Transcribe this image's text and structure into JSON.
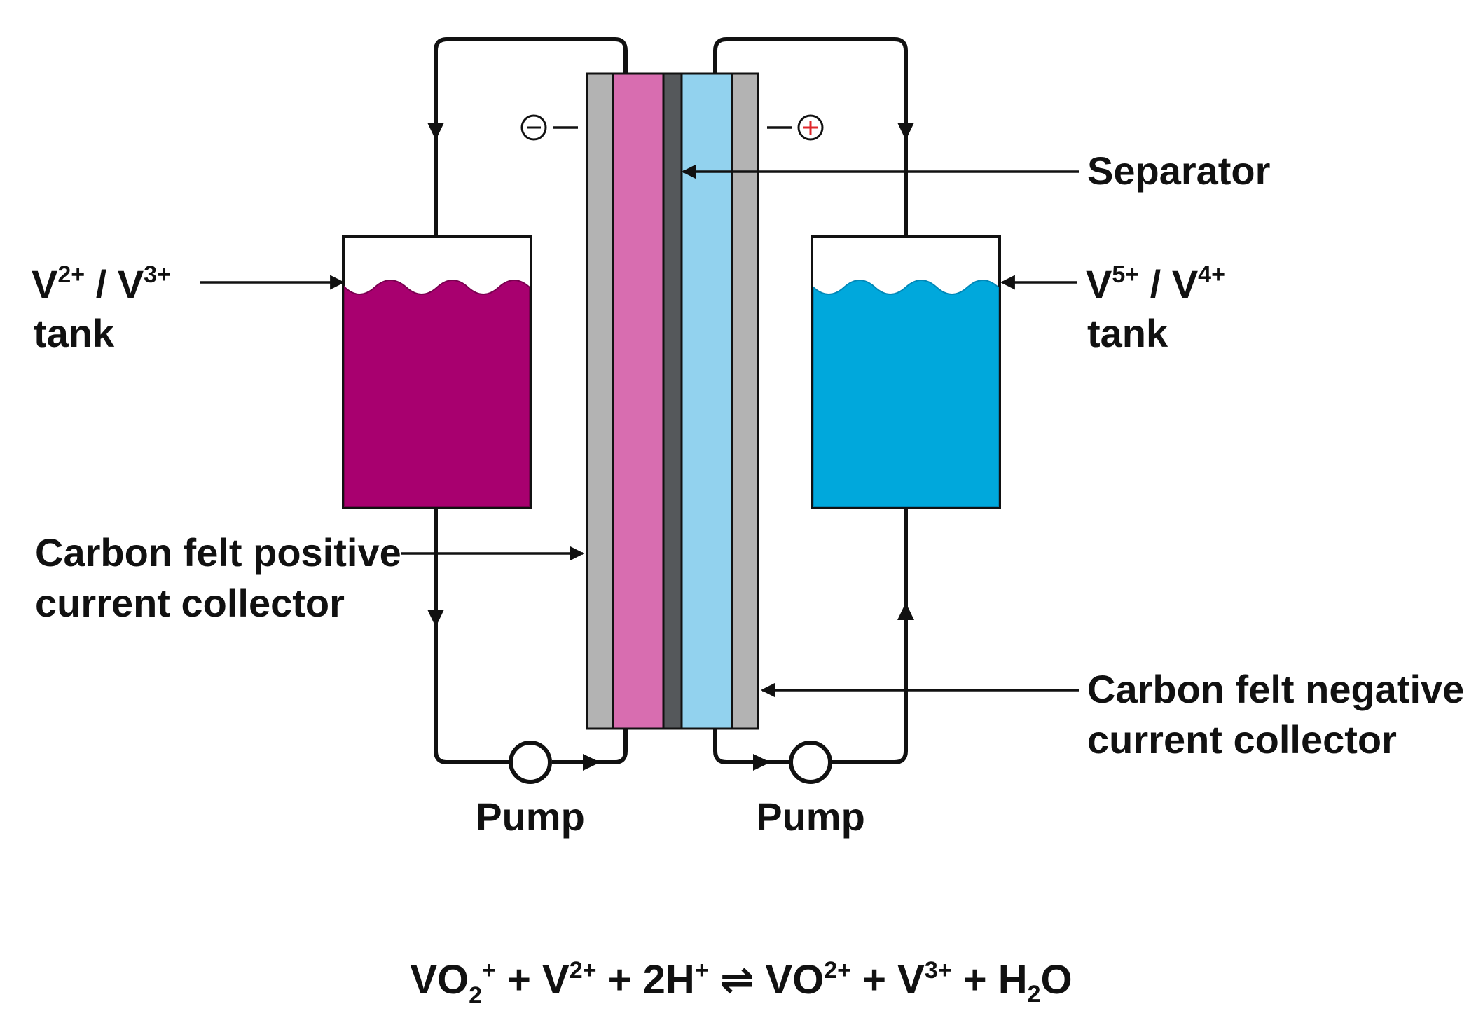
{
  "labels": {
    "separator": "Separator",
    "left_tank": {
      "species_a": "V",
      "charge_a": "2+",
      "slash": " / ",
      "species_b": "V",
      "charge_b": "3+",
      "word": "tank"
    },
    "right_tank": {
      "species_a": "V",
      "charge_a": "5+",
      "slash": " / ",
      "species_b": "V",
      "charge_b": "4+",
      "word": "tank"
    },
    "positive_collector": {
      "line1": "Carbon felt positive",
      "line2": "current collector"
    },
    "negative_collector": {
      "line1": "Carbon felt negative",
      "line2": "current collector"
    },
    "pump_left": "Pump",
    "pump_right": "Pump",
    "terminal_negative": "⊖",
    "terminal_positive": "⊕"
  },
  "equation": {
    "t1": "VO",
    "t1_sub": "2",
    "t1_sup": "+",
    "plus1": " + ",
    "t2": "V",
    "t2_sup": "2+",
    "plus2": " + ",
    "t3": "2H",
    "t3_sup": "+",
    "arrow": " ⇌ ",
    "t4": "VO",
    "t4_sup": "2+",
    "plus3": " + ",
    "t5": "V",
    "t5_sup": "3+",
    "plus4": " + ",
    "t6": "H",
    "t6_sub": "2",
    "t6_tail": "O"
  },
  "colors": {
    "left_electrolyte": "#a8006f",
    "right_electrolyte": "#00a8dc",
    "left_half_cell": "#d86db0",
    "right_half_cell": "#92d2ee",
    "separator": "#55585b",
    "collector": "#b3b3b3",
    "positive_terminal_mark": "#e0272b"
  }
}
